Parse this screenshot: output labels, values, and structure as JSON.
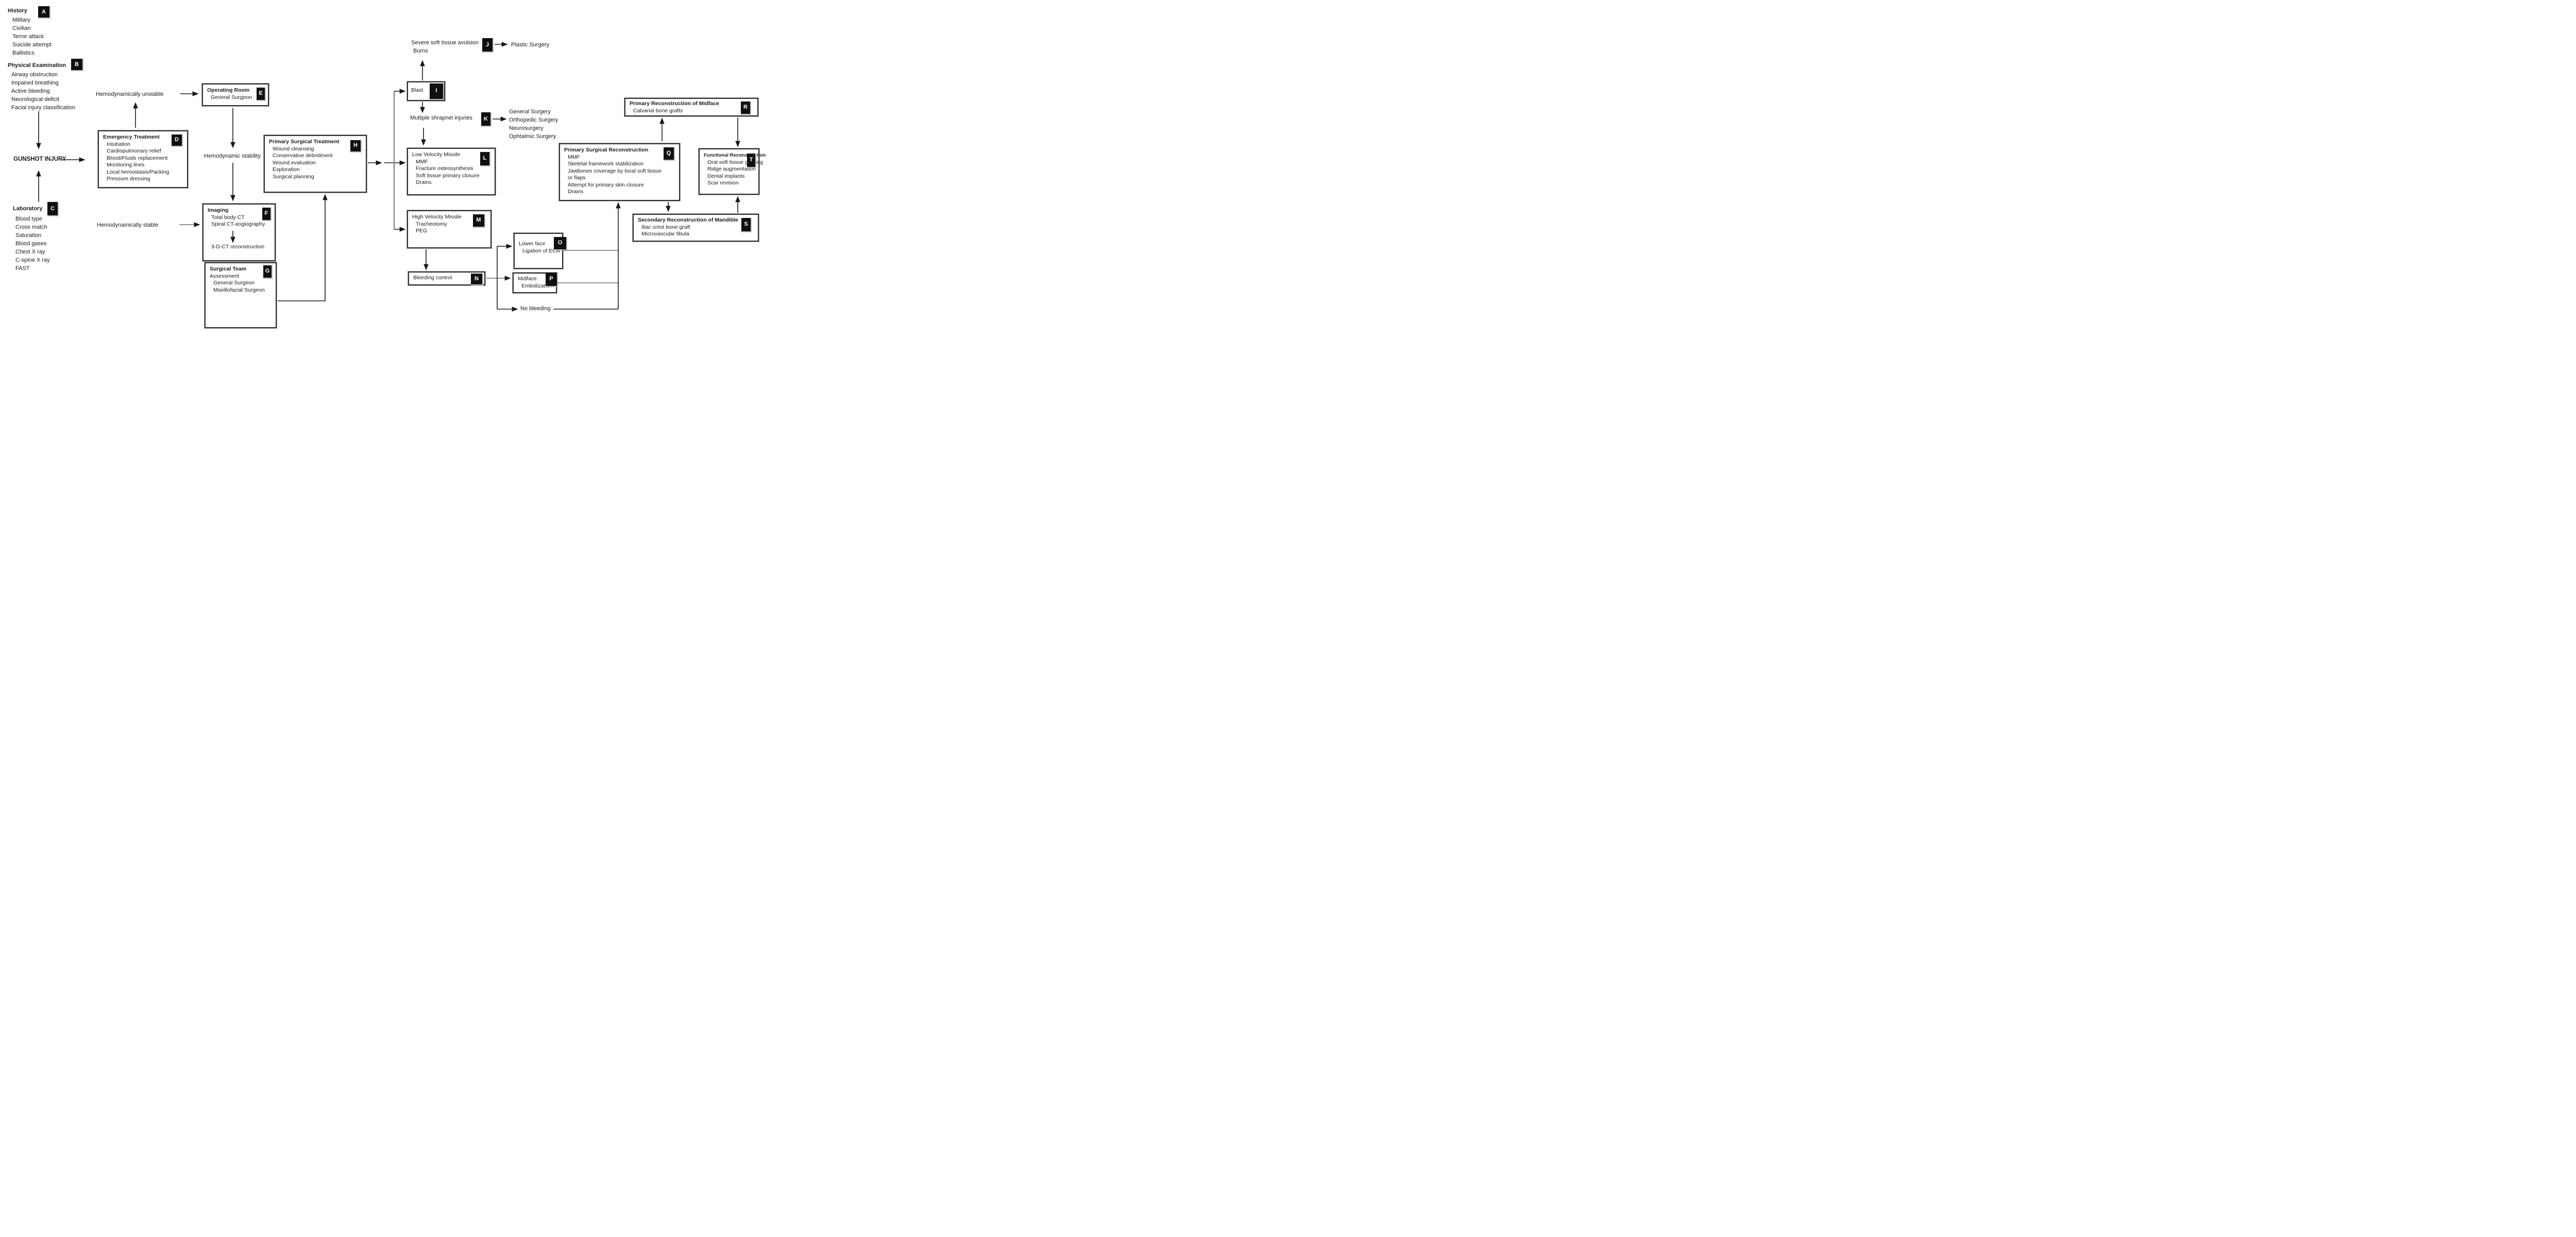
{
  "diagram": {
    "nodes": {
      "history": {
        "badge": "A",
        "title": "History",
        "items": [
          "Military",
          "Civilian",
          "Terror attack",
          "Suicide attempt",
          "Ballistics"
        ]
      },
      "physical_examination": {
        "badge": "B",
        "title": "Physical Examination",
        "items": [
          "Airway obstruction",
          "Impaired breathing",
          "Active bleeding",
          "Neurological deficit",
          "Facial injury classification"
        ]
      },
      "gunshot_injury": {
        "label": "GUNSHOT INJURY"
      },
      "laboratory": {
        "badge": "C",
        "title": "Laboratory",
        "items": [
          "Blood type",
          "Cross match",
          "Saturation",
          "Blood gases",
          "Chest X ray",
          "C-spine X ray",
          "FAST"
        ]
      },
      "emergency_treatment": {
        "badge": "D",
        "title": "Emergency Treatment",
        "items": [
          "Intubation",
          "Cardiopulmonary relief",
          "Blood/Fluids replacement",
          "Monitoring lines",
          "Local hemostasis/Packing",
          "Pressure dressing"
        ]
      },
      "hemodynamically_unstable": {
        "label": "Hemodynamically unstable"
      },
      "operating_room": {
        "badge": "E",
        "title": "Operating Room",
        "items": [
          "General Surgeon"
        ]
      },
      "hemodynamic_stability": {
        "label": "Hemodynamic stability"
      },
      "hemodynamically_stable": {
        "label": "Hemodynamically stable"
      },
      "imaging": {
        "badge": "F",
        "title": "Imaging",
        "items": [
          "Total body CT",
          "Spiral CT-angiography"
        ],
        "footer": "3-D-CT reconstruction"
      },
      "surgical_team": {
        "badge": "G",
        "title": "Surgical Team",
        "subtitle": "Assessment",
        "items": [
          "General Surgeon",
          "Maxillofacial Surgeon"
        ]
      },
      "primary_surgical_treatment": {
        "badge": "H",
        "title": "Primary Surgical Treatment",
        "items": [
          "Wound cleansing",
          "Conservative debridment",
          "Wound evaluation",
          "Exploration",
          "Surgical planning"
        ]
      },
      "severe_soft_tissue": {
        "badge": "J",
        "lines": [
          "Severe soft tissue avulsion",
          "Burns"
        ]
      },
      "plastic_surgery": {
        "label": "Plastic Surgery"
      },
      "blast": {
        "badge": "I",
        "label": "Blast"
      },
      "multiple_shrapnel": {
        "badge": "K",
        "label": "Multiple shrapnel injuries"
      },
      "shrapnel_specialties": {
        "items": [
          "General Surgery",
          "Orthopedic Surgery",
          "Neurosurgery",
          "Ophtalmic Surgery"
        ]
      },
      "low_velocity": {
        "badge": "L",
        "title": "Low Velocity Missile",
        "items": [
          "MMF",
          "Fracture osteosynthesis",
          "Soft tissue primary closure",
          "Drains"
        ]
      },
      "high_velocity": {
        "badge": "M",
        "title": "High Velocity Missile",
        "items": [
          "Tracheotomy",
          "PEG"
        ]
      },
      "bleeding_control": {
        "badge": "N",
        "label": "Bleeding control"
      },
      "lower_face": {
        "badge": "O",
        "title": "Lower face",
        "items": [
          "Ligation of ECA"
        ]
      },
      "midface": {
        "badge": "P",
        "title": "Midface",
        "items": [
          "Embolization"
        ]
      },
      "no_bleeding": {
        "label": "No bleeding"
      },
      "primary_surgical_reconstruction": {
        "badge": "Q",
        "title": "Primary Surgical Reconstruction",
        "items": [
          "MMF",
          "Skeletal framework stabilization",
          "Jawbones coverage by local soft tissue",
          "or flaps",
          "Attempt for primary skin closure",
          "Drains"
        ]
      },
      "primary_reconstruction_midface": {
        "badge": "R",
        "title": "Primary Reconstruction of Midface",
        "items": [
          "Calvarial bone grafts"
        ]
      },
      "secondary_reconstruction_mandible": {
        "badge": "S",
        "title": "Secondary Reconstruction of Mandible",
        "items": [
          "Iliac crest bone graft",
          "Microvascular fibula"
        ]
      },
      "functional_reconstruction": {
        "badge": "T",
        "title": "Functional Reconstruction",
        "items": [
          "Oral soft tissue grafting",
          "Ridge augmentation",
          "Dental implants",
          "Scar revision"
        ]
      }
    },
    "colors": {
      "background": "#ffffff",
      "text": "#1a1a1a",
      "box_border": "#2f2f2f",
      "badge_bg": "#101010",
      "badge_fg": "#ffffff",
      "arrow": "#1a1a1a",
      "arrow_gray": "#8a8a8a"
    }
  }
}
